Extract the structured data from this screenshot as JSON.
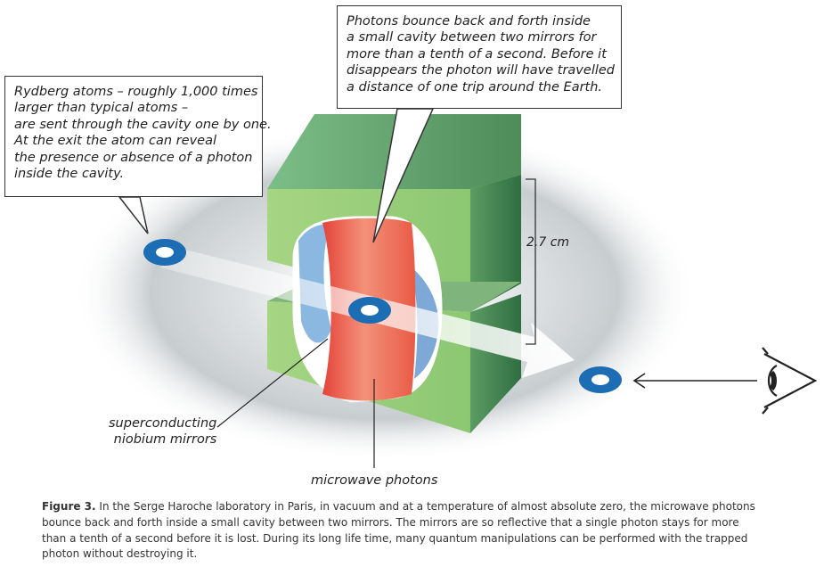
{
  "callouts": {
    "rydberg": [
      "Rydberg atoms – roughly 1,000 times",
      "larger than typical atoms –",
      "are sent through the cavity one by one.",
      "At the exit the atom can reveal",
      "the presence or absence of a photon",
      "inside the cavity."
    ],
    "photons": [
      "Photons bounce back and forth inside",
      "a small cavity between two mirrors for",
      "more than a tenth of a second. Before it",
      "disappears the photon will have travelled",
      "a distance of one trip around the Earth."
    ]
  },
  "labels": {
    "mirrors_line1": "superconducting",
    "mirrors_line2": "niobium mirrors",
    "photons": "microwave photons",
    "dimension": "2.7 cm"
  },
  "caption": {
    "figure_label": "Figure 3.",
    "line1": " In the Serge Haroche laboratory in Paris, in vacuum and at a temperature of almost absolute zero, the microwave photons",
    "line2": "bounce back and forth inside a small cavity between two mirrors. The mirrors are so reflective that a single photon stays for more",
    "line3": "than a tenth of a second before it is lost. During its long life time, many quantum manipulations can be performed with the trapped",
    "line4": "photon without destroying it."
  },
  "colors": {
    "block_light": "#9ccf7a",
    "block_dark": "#3d7d4d",
    "block_top": "#6fa676",
    "photon_red": "#f06a52",
    "mirror_blue": "#8fb6dd",
    "atom_blue": "#1c6db4",
    "halo": "#c8cdd0"
  },
  "icons": {
    "eye": "eye-icon"
  }
}
